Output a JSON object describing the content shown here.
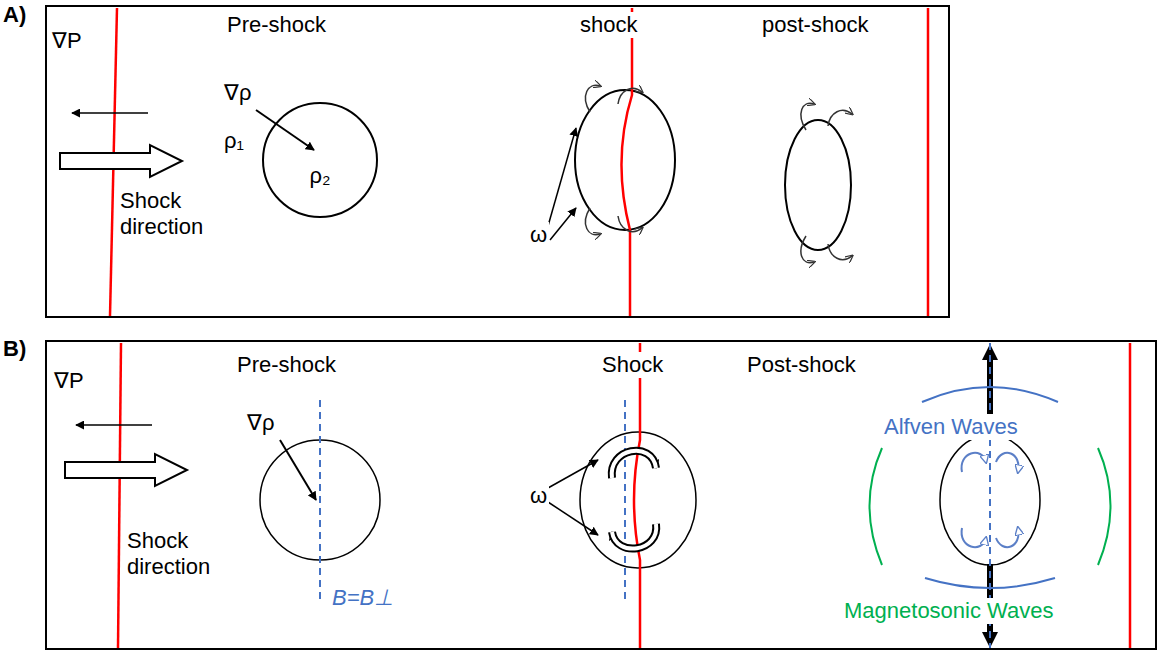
{
  "diagram": {
    "nodes": [
      {
        "text": [
          "A)"
        ]
      },
      {
        "text": [
          "B)"
        ]
      },
      {
        "text": [
          "ρ₂"
        ],
        "in": 0
      }
    ],
    "labels": [
      "∇P",
      "Shock direction",
      "Pre-shock",
      "∇ρ",
      "ρ₁",
      "shock",
      "ω",
      "post-shock",
      "∇P",
      "Shock direction",
      "Pre-shock",
      "∇ρ",
      "B=B⊥",
      "Shock",
      "ω",
      "Post-shock",
      "Alfven Waves",
      "Magnetosonic Waves"
    ]
  }
}
